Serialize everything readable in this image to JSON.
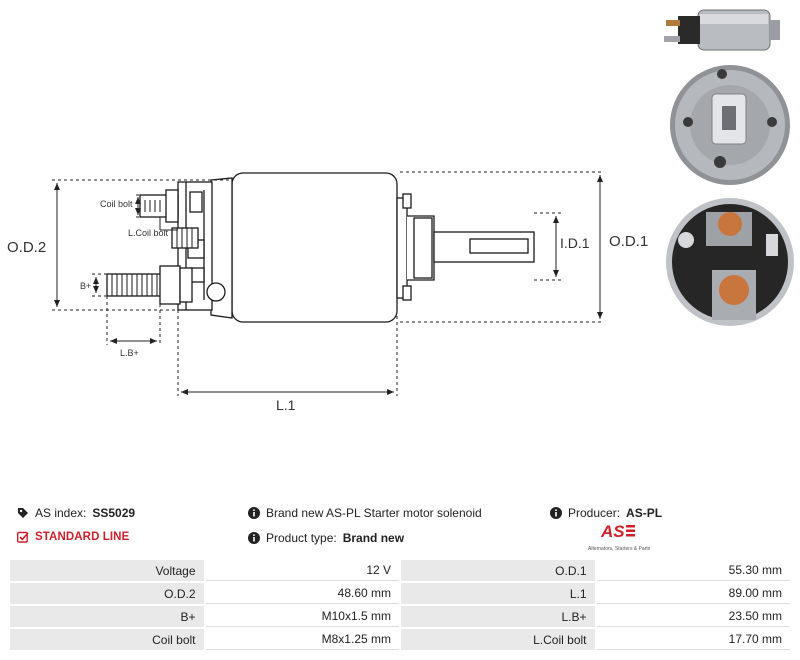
{
  "diagram": {
    "labels": {
      "od2": "O.D.2",
      "od1": "O.D.1",
      "id1": "I.D.1",
      "l1": "L.1",
      "coil_bolt": "Coil bolt",
      "l_coil_bolt": "L.Coil bolt",
      "b_plus": "B+",
      "lb_plus": "L.B+"
    }
  },
  "info": {
    "as_index_label": "AS index:",
    "as_index_value": "SS5029",
    "line_label": "STANDARD LINE",
    "description": "Brand new AS-PL Starter motor solenoid",
    "product_type_label": "Product type:",
    "product_type_value": "Brand new",
    "producer_label": "Producer:",
    "producer_value": "AS-PL",
    "logo_text": "AS",
    "logo_subtitle": "Alternators, Starters & Parts",
    "colors": {
      "accent": "#d0202a"
    },
    "icons": [
      "tag-icon",
      "check-square-icon",
      "info-icon"
    ]
  },
  "specs": [
    {
      "l1": "Voltage",
      "v1": "12 V",
      "l2": "O.D.1",
      "v2": "55.30 mm"
    },
    {
      "l1": "O.D.2",
      "v1": "48.60 mm",
      "l2": "L.1",
      "v2": "89.00 mm"
    },
    {
      "l1": "B+",
      "v1": "M10x1.5 mm",
      "l2": "L.B+",
      "v2": "23.50 mm"
    },
    {
      "l1": "Coil bolt",
      "v1": "M8x1.25 mm",
      "l2": "L.Coil bolt",
      "v2": "17.70 mm"
    }
  ]
}
